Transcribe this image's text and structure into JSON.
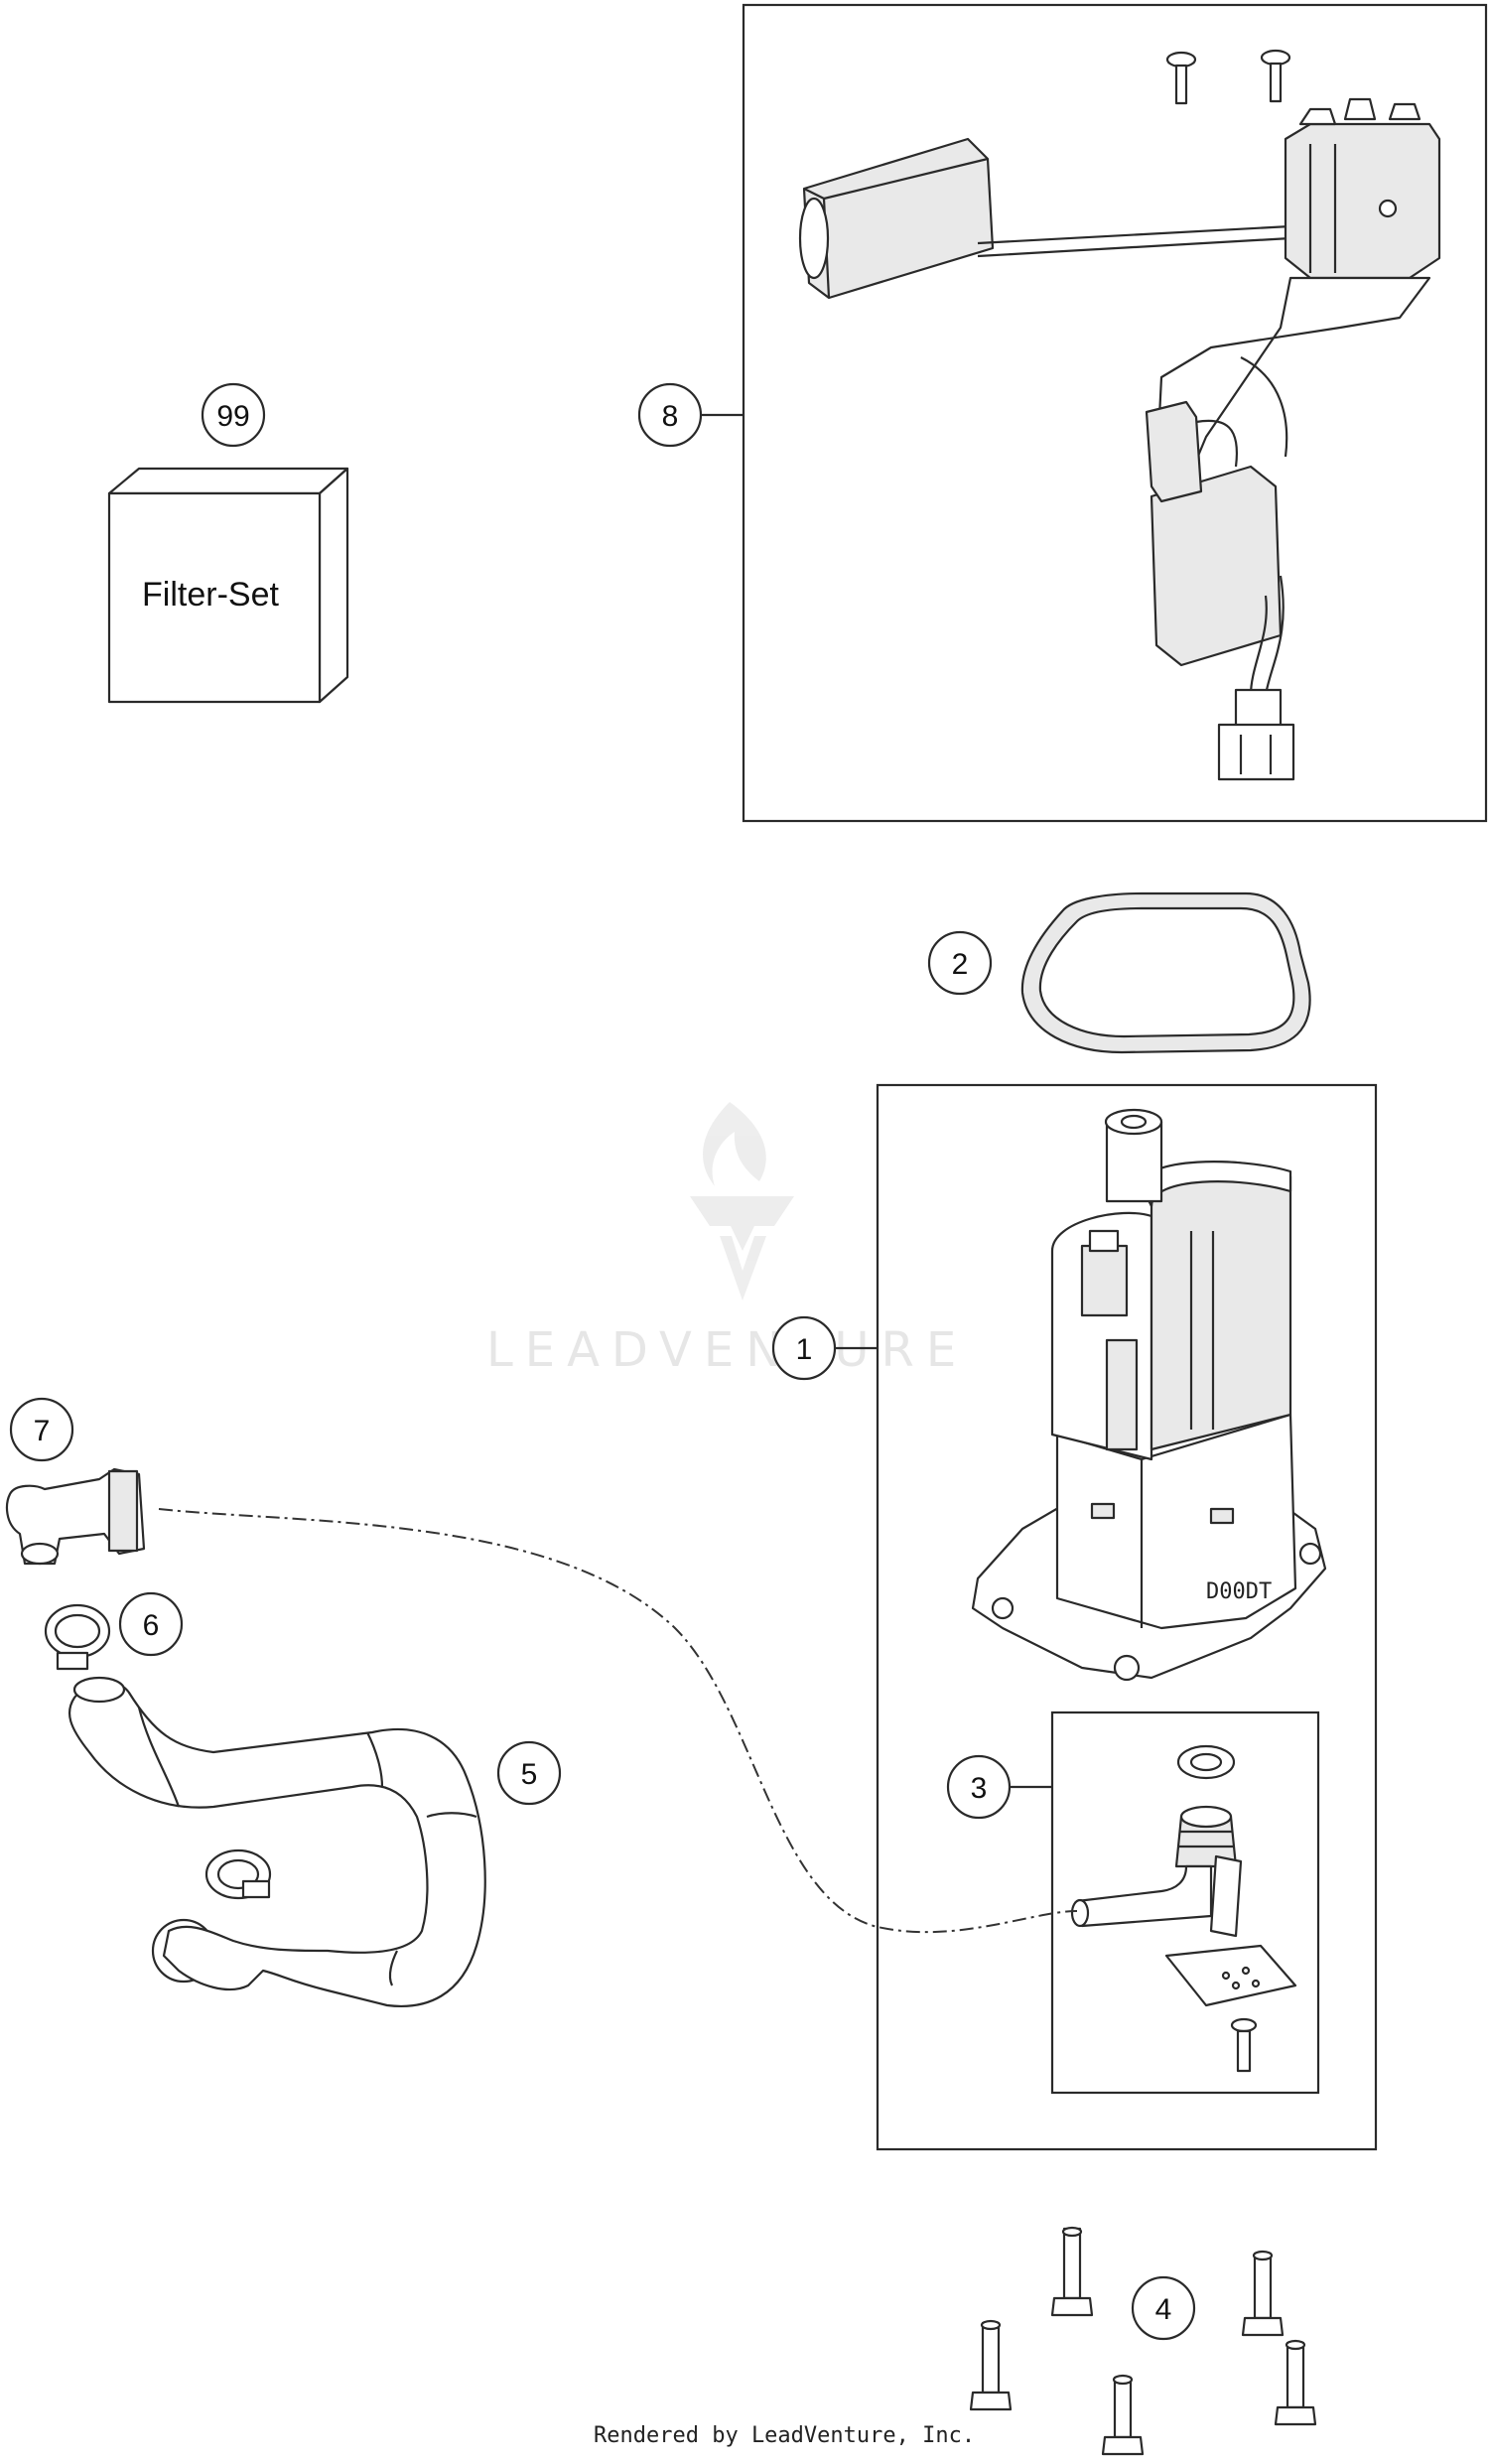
{
  "callouts": {
    "c1": "1",
    "c2": "2",
    "c3": "3",
    "c4": "4",
    "c5": "5",
    "c6a": "6",
    "c6b": "6",
    "c7": "7",
    "c8": "8",
    "c99": "99"
  },
  "filter_set_label": "Filter-Set",
  "pump_module_label": "D00DT",
  "watermark": "LEADVENTURE",
  "footer": "Rendered by LeadVenture, Inc.",
  "colors": {
    "line": "#2a2a2a",
    "part_fill": "#e9e9e9",
    "watermark": "#e6e6e6"
  }
}
